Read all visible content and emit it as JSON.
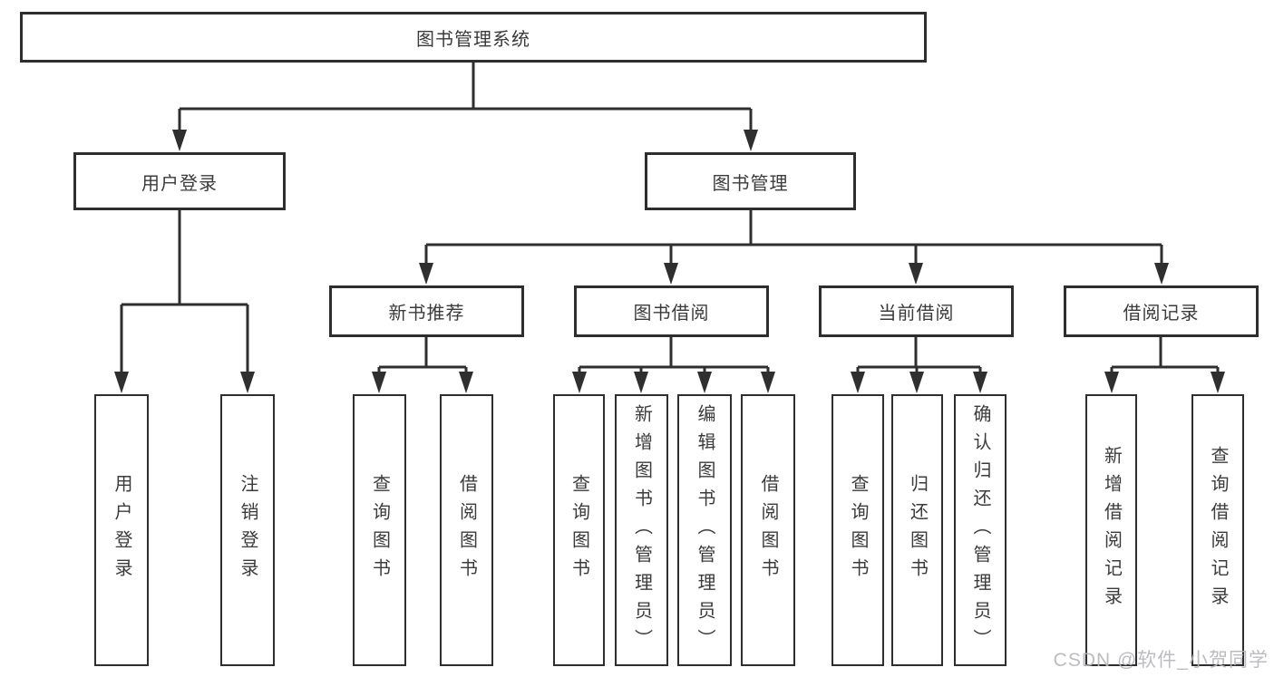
{
  "diagram": {
    "title": "图书管理系统",
    "branches": [
      {
        "label": "用户登录",
        "children": [
          {
            "label": "用户登录"
          },
          {
            "label": "注销登录"
          }
        ]
      },
      {
        "label": "图书管理",
        "groups": [
          {
            "label": "新书推荐",
            "children": [
              {
                "label": "查询图书"
              },
              {
                "label": "借阅图书"
              }
            ]
          },
          {
            "label": "图书借阅",
            "children": [
              {
                "label": "查询图书"
              },
              {
                "label": "新增图书（管理员）"
              },
              {
                "label": "编辑图书（管理员）"
              },
              {
                "label": "借阅图书"
              }
            ]
          },
          {
            "label": "当前借阅",
            "children": [
              {
                "label": "查询图书"
              },
              {
                "label": "归还图书"
              },
              {
                "label": "确认归还（管理员）"
              }
            ]
          },
          {
            "label": "借阅记录",
            "children": [
              {
                "label": "新增借阅记录"
              },
              {
                "label": "查询借阅记录"
              }
            ]
          }
        ]
      }
    ]
  },
  "watermark": {
    "text": "CSDN @软件_小贺同学"
  },
  "colors": {
    "line": "#2f2f2f",
    "box_border": "#2e2e2e",
    "text": "#3b3b3b",
    "background": "#ffffff",
    "watermark": "#b5b5ba"
  }
}
